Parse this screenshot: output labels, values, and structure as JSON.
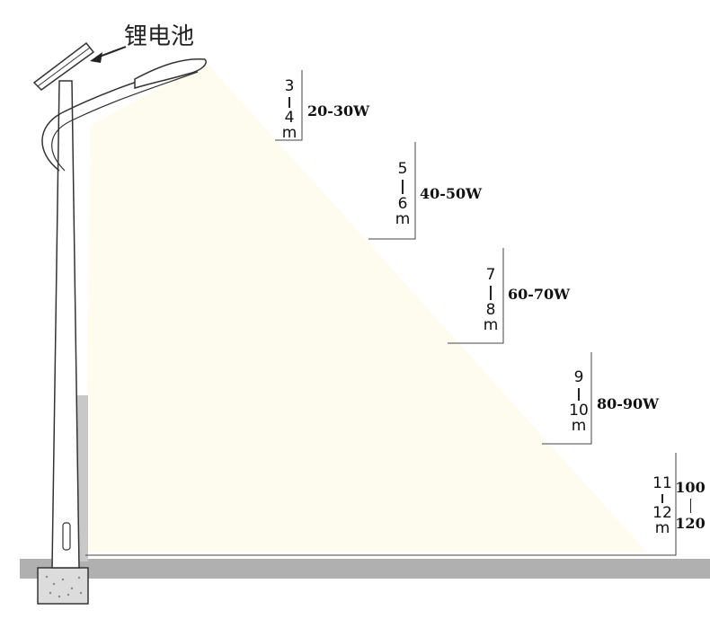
{
  "battery_label": "锂电池",
  "levels": [
    {
      "height_from": "3",
      "height_to": "4",
      "unit": "m",
      "power": "20-30W"
    },
    {
      "height_from": "5",
      "height_to": "6",
      "unit": "m",
      "power": "40-50W"
    },
    {
      "height_from": "7",
      "height_to": "8",
      "unit": "m",
      "power": "60-70W"
    },
    {
      "height_from": "9",
      "height_to": "10",
      "unit": "m",
      "power": "80-90W"
    },
    {
      "height_from": "11",
      "height_to": "12",
      "unit": "m",
      "power_from": "100",
      "power_to": "120"
    }
  ],
  "colors": {
    "ground": "#b0b0b0",
    "pole": "#ffffff",
    "outline": "#333333",
    "light_glow": "#fbf3cf"
  }
}
